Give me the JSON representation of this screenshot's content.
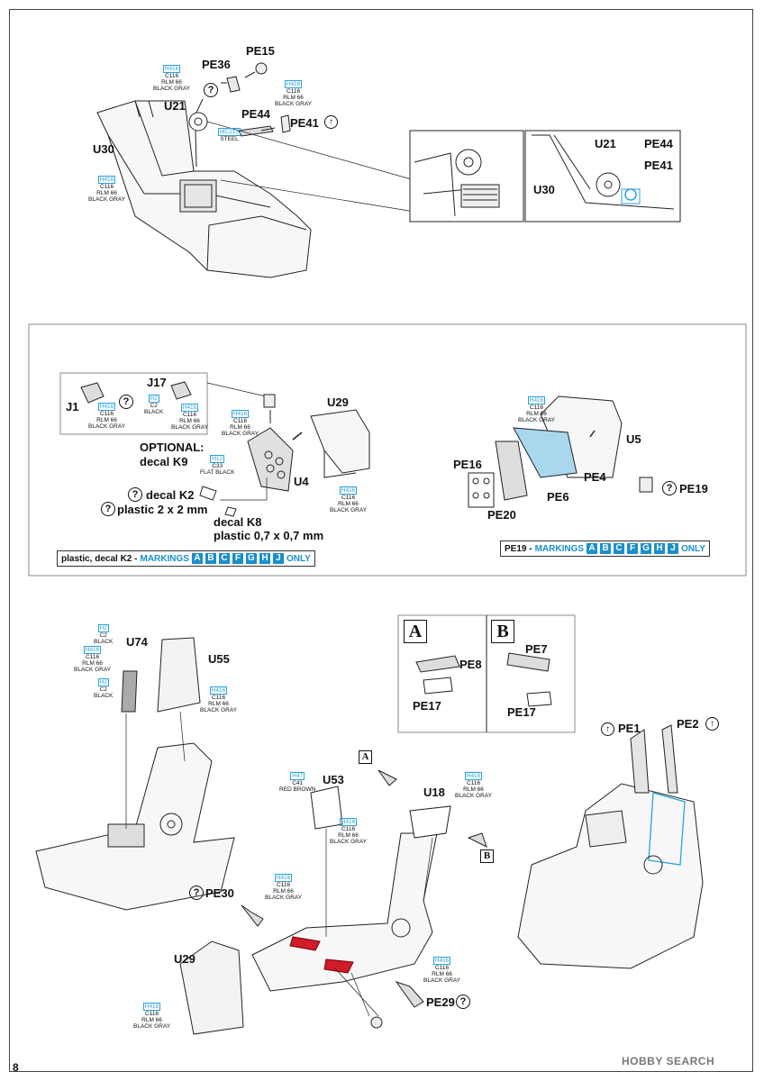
{
  "page": {
    "number": "8",
    "watermark": "HOBBY SEARCH"
  },
  "paint": {
    "h416_block": {
      "code": "H416",
      "c": "C116",
      "l1": "RLM 66",
      "l2": "BLACK GRAY"
    },
    "mc213": {
      "code": "MC213",
      "l1": "STEEL"
    },
    "h2": {
      "code": "H2",
      "c": "C2",
      "l1": "BLACK"
    },
    "h12": {
      "code": "H12",
      "c": "C33",
      "l1": "FLAT BLACK"
    },
    "h47": {
      "code": "H47",
      "c": "C41",
      "l1": "RED BROWN"
    }
  },
  "step1": {
    "parts": {
      "pe15": "PE15",
      "pe36": "PE36",
      "u21": "U21",
      "pe44": "PE44",
      "pe41": "PE41",
      "u30": "U30"
    },
    "detail": {
      "u21": "U21",
      "pe44": "PE44",
      "pe41": "PE41",
      "u30": "U30"
    }
  },
  "step2": {
    "parts": {
      "j1": "J1",
      "j17": "J17",
      "u29": "U29",
      "u4": "U4",
      "u5": "U5",
      "pe16": "PE16",
      "pe6": "PE6",
      "pe4": "PE4",
      "pe19": "PE19",
      "pe20": "PE20"
    },
    "optional": "OPTIONAL:",
    "decal_k9": "decal K9",
    "decal_k2": "decal K2",
    "plastic_2": "plastic 2 x 2 mm",
    "decal_k8": "decal K8",
    "plastic_07": "plastic 0,7 x 0,7 mm",
    "bar_left": {
      "prefix": "plastic, decal K2 - ",
      "markings": "MARKINGS",
      "only": "ONLY"
    },
    "bar_right": {
      "prefix": "PE19 - ",
      "markings": "MARKINGS",
      "only": "ONLY"
    },
    "marking_letters": [
      "A",
      "B",
      "C",
      "F",
      "G",
      "H",
      "J"
    ]
  },
  "step3": {
    "parts": {
      "u74": "U74",
      "u55": "U55",
      "u53": "U53",
      "u18": "U18",
      "pe30": "PE30",
      "u29": "U29",
      "pe29": "PE29",
      "pe1": "PE1",
      "pe2": "PE2"
    },
    "variant_a": {
      "letter": "A",
      "pe8": "PE8",
      "pe17": "PE17"
    },
    "variant_b": {
      "letter": "B",
      "pe7": "PE7",
      "pe17": "PE17"
    },
    "ref_a": "A",
    "ref_b": "B"
  }
}
